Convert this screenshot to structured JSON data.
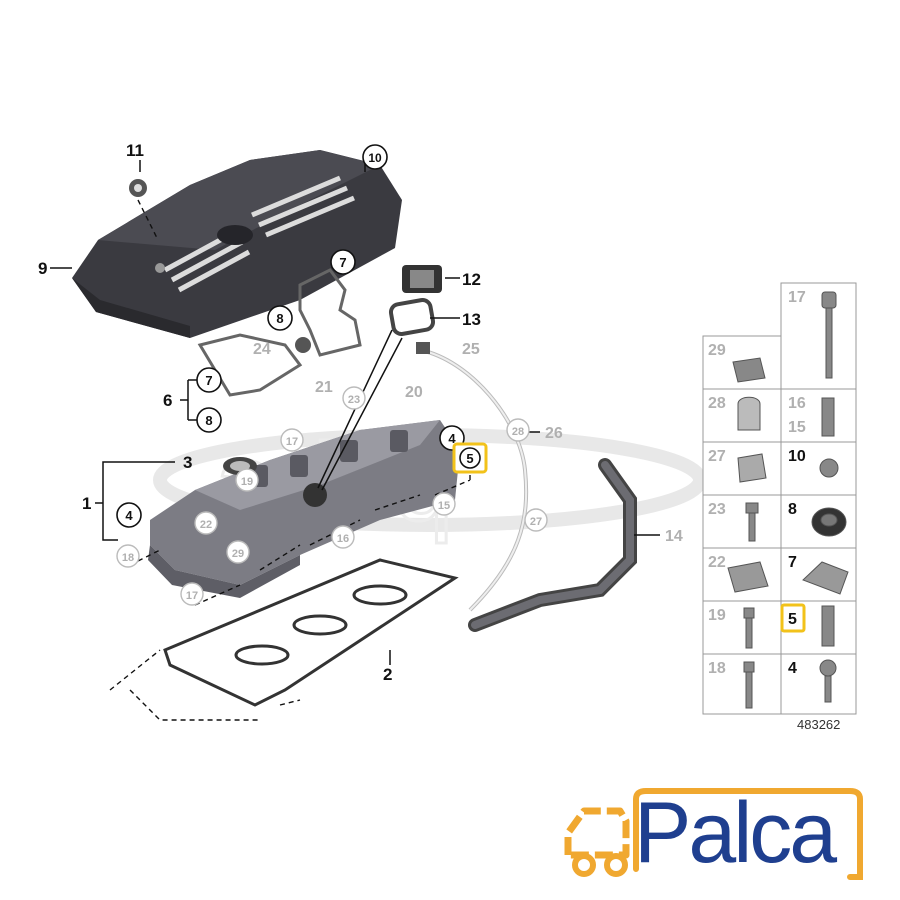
{
  "diagram": {
    "callouts": {
      "c1": "1",
      "c2": "2",
      "c3": "3",
      "c4a": "4",
      "c4b": "4",
      "c5": "5",
      "c6": "6",
      "c7a": "7",
      "c7b": "7",
      "c8a": "8",
      "c8b": "8",
      "c9": "9",
      "c10": "10",
      "c11": "11",
      "c12": "12",
      "c13": "13",
      "c14": "14",
      "c15": "15",
      "c16": "16",
      "c17a": "17",
      "c17b": "17",
      "c18": "18",
      "c19": "19",
      "c20": "20",
      "c21": "21",
      "c22": "22",
      "c23": "23",
      "c24": "24",
      "c25": "25",
      "c26": "26",
      "c27": "27",
      "c28": "28",
      "c29": "29"
    },
    "table_cells": {
      "t17": "17",
      "t29": "29",
      "t28": "28",
      "t16": "16",
      "t15": "15",
      "t27": "27",
      "t10": "10",
      "t23": "23",
      "t8": "8",
      "t22": "22",
      "t7": "7",
      "t19": "19",
      "t5": "5",
      "t18": "18",
      "t4": "4"
    },
    "drawing_number": "483262",
    "highlight_color": "#f2c21a"
  },
  "brand": {
    "name": "Palca",
    "primary_color": "#1f3f8f",
    "accent_color": "#f0a830"
  }
}
